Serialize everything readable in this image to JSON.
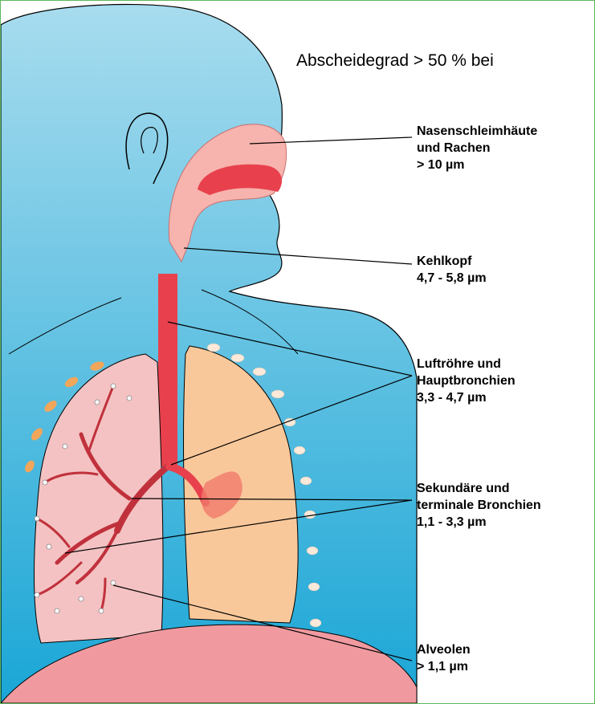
{
  "title": "Abscheidegrad > 50 % bei",
  "labels": {
    "nose": {
      "line1": "Nasenschleimhäute",
      "line2": "und Rachen",
      "line3": "> 10 µm"
    },
    "larynx": {
      "line1": "Kehlkopf",
      "line2": "4,7 - 5,8 µm"
    },
    "trachea": {
      "line1": "Luftröhre und",
      "line2": "Hauptbronchien",
      "line3": "3,3 - 4,7 µm"
    },
    "bronchi": {
      "line1": "Sekundäre und",
      "line2": "terminale Bronchien",
      "line3": "1,1 - 3,3 µm"
    },
    "alveoli": {
      "line1": "Alveolen",
      "line2": "> 1,1 µm"
    }
  },
  "colors": {
    "background_top": "#a8dcee",
    "background_bottom": "#1aa6d6",
    "lung_left": "#f4c2c2",
    "lung_right": "#f9c89a",
    "airway": "#e8414d",
    "nasal_cavity": "#f7b3ad",
    "rib_marks_left": "#f2a65a",
    "rib_marks_right": "#fce9d9",
    "border": "#5cb85c"
  }
}
